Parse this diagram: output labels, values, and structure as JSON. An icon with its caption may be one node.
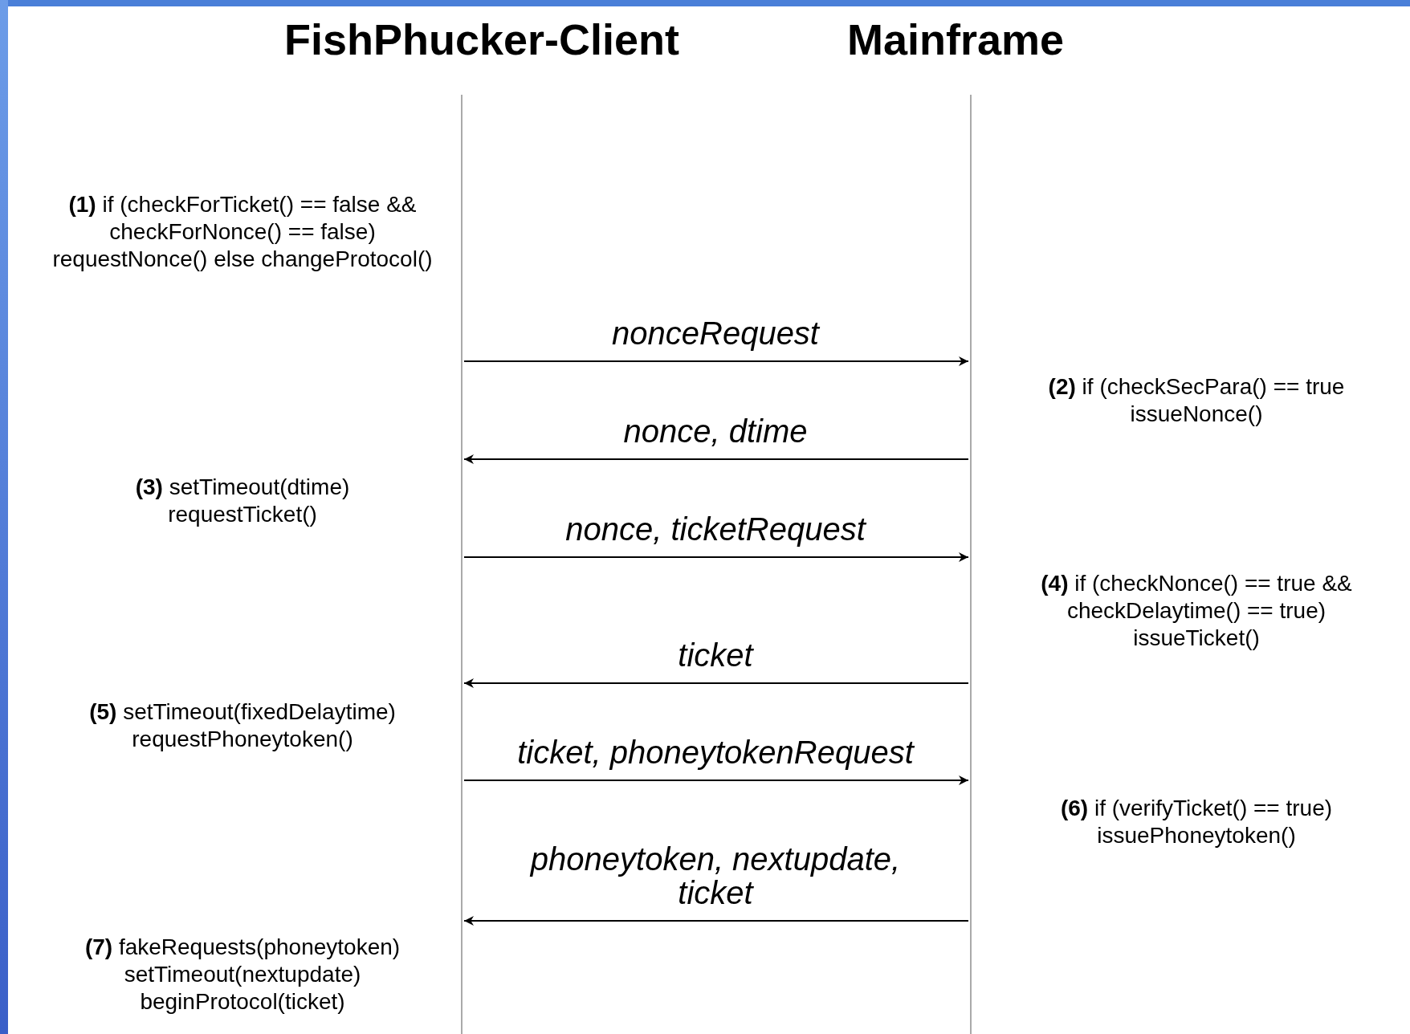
{
  "diagram": {
    "nodes": [
      {
        "text": [
          "FishPhucker-Client"
        ]
      },
      {
        "text": [
          "Mainframe"
        ]
      }
    ],
    "edges": [
      {
        "from": 0,
        "to": 1,
        "arrow": "to",
        "label": "nonceRequest"
      },
      {
        "from": 1,
        "to": 0,
        "arrow": "to",
        "label": "nonce, dtime"
      },
      {
        "from": 0,
        "to": 1,
        "arrow": "to",
        "label": "nonce, ticketRequest"
      },
      {
        "from": 1,
        "to": 0,
        "arrow": "to",
        "label": "ticket"
      },
      {
        "from": 0,
        "to": 1,
        "arrow": "to",
        "label": "ticket, phoneytokenRequest"
      },
      {
        "from": 1,
        "to": 0,
        "arrow": "to",
        "label": "phoneytoken, nextupdate, ticket"
      }
    ],
    "labels": [
      "**(1)** if (checkForTicket() == false && checkForNonce() == false) requestNonce() else changeProtocol()",
      "**(2)** if (checkSecPara() == true issueNonce()",
      "**(3)** setTimeout(dtime) requestTicket()",
      "**(4)** if (checkNonce() == true && checkDelaytime() == true) issueTicket()",
      "**(5)** setTimeout(fixedDelaytime) requestPhoneytoken()",
      "**(6)** if (verifyTicket() == true) issuePhoneytoken()",
      "**(7)** fakeRequests(phoneytoken) setTimeout(nextupdate) beginProtocol(ticket)"
    ]
  }
}
